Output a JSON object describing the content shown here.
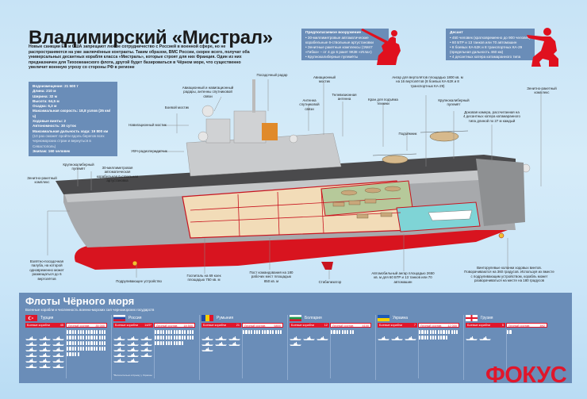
{
  "header": {
    "title": "Владимирский «Мистрал»",
    "lead": "Новые санкции ЕС и США запрещают любое сотрудничество с Россией в военной сфере, но не распространяются на уже заключённые контракты. Таким образом, ВМС России, скорее всего, получат оба универсальных десантных корабля класса «Мистраль», которые строят для них Франция. Один из них предназначен для Тихоокеанского флота, другой будет базироваться в Чёрном море, что существенно увеличит военную угрозу со стороны РФ в регионе"
  },
  "specs": [
    "Водоизмещение: 21 500 т",
    "Длина: 210 м",
    "Ширина: 32 м",
    "Высота: 64,5 м",
    "Осадка: 6,3 м",
    "Максимальная скорость: 18,8 узлов (35 км/ч)",
    "Ходовые винты: 2",
    "Автономность: 30 суток",
    "Максимальная дальность хода: 19 800 км",
    "(10 раз сможет пройти вдоль берегов всех черноморских стран и вернуться в Севастополь)",
    "Экипаж: 160 человек"
  ],
  "armament": {
    "title": "Предполагаемое вооружение",
    "items": [
      "• 30-миллиметровые автоматические корабельные 6-ствольные артустановки",
      "• Зенитные ракетные комплексы (ЭМ47 «Гибка» – от 4 до 6 ракет 9К38 «Игла»)",
      "• Крупнокалиберные пулемёты"
    ]
  },
  "troops": {
    "title": "Десант",
    "items": [
      "• 450 человек (кратковременно до 900 человек)",
      "• 60 БТР и 13 танков или 70 автомашин",
      "• 8 боевых КА-52К и 8 транспортных КА-29 (предельная дальность 460 км)",
      "• 4 десантных катера катамаранного типа"
    ]
  },
  "labels": {
    "landing_radar": "Посадочный радар",
    "radars": "Авиационный и навигационный радары, антенны спутниковой связи",
    "combat_bridge": "Боевой мостик",
    "nav_bridge": "Навигационный мостик",
    "uhf": "УВЧ-радиопередатчик",
    "aviation_bridge": "Авиационный мостик",
    "sat_antenna": "Антенна спутниковой связи",
    "tv_antenna": "Телевизионная антенна",
    "crane": "Кран для подъёма техники",
    "lift": "Подъёмник",
    "hangar": "Ангар для вертолётов площадью 1800 кв. м на 16 вертолётов (8 боевых КА-52К и 8 транспортных КА-29)",
    "mg_aft": "Крупнокалиберный пулемёт",
    "dock": "Доковая камера, рассчитанная на 4 десантных катера катамаранного типа длиной по 27 м каждый",
    "sam_aft": "Зенитно-ракетный комплекс",
    "mg_bow": "Крупнокалиберный пулемёт",
    "gun30": "30-миллиметровая автоматическая корабельная 6-ствольная артустановка",
    "sam_bow": "Зенитно-ракетный комплекс",
    "flight_deck": "Взлётно-посадочная палуба, на которой одновременно может размещаться до 6 вертолётов",
    "thruster": "Подруливающее устройство",
    "hospital": "Госпиталь на 69 коек площадью 750 кв. м",
    "command": "Пост командования на 180 рабочих мест площадью 850 кв. м",
    "stabilizer": "Стабилизатор",
    "vehicle_hangar": "Автомобильный ангар площадью 2650 кв. м для 60 БТР и 13 танков или 70 автомашин",
    "propulsion": "Винторулевые колонки ходовых винтов. Поворачиваются на 360 градусов. Используя их вместе с подруливающим устройством, корабль может разворачиваться на месте на 180 градусов"
  },
  "fleets": {
    "title": "Флоты Чёрного моря",
    "subtitle": "Военные корабли и численность военно-морских сил черноморских государств",
    "ships_label": "Боевые корабли",
    "personnel_label": "Личный состав",
    "footnote": "*Включительно в Крыму у Украины",
    "countries": [
      {
        "name": "Турция",
        "ships": "45",
        "personnel": "35 000",
        "ship_icons": 18,
        "men_icons": 65,
        "flag": "turkey"
      },
      {
        "name": "Россия",
        "ships": "14/5*",
        "personnel": "18 500",
        "ship_icons": 14,
        "men_icons": 41,
        "flag": "russia"
      },
      {
        "name": "Румыния",
        "ships": "21",
        "personnel": "6800",
        "ship_icons": 7,
        "men_icons": 15,
        "flag": "romania"
      },
      {
        "name": "Болгария",
        "ships": "12",
        "personnel": "4100",
        "ship_icons": 4,
        "men_icons": 9,
        "flag": "bulgaria"
      },
      {
        "name": "Украина",
        "ships": "7",
        "personnel": "12 000",
        "ship_icons": 3,
        "men_icons": 26,
        "flag": "ukraine"
      },
      {
        "name": "Грузия",
        "ships": "5",
        "personnel": "892",
        "ship_icons": 2,
        "men_icons": 2,
        "flag": "georgia"
      }
    ]
  },
  "logo": "ФОКУС",
  "colors": {
    "accent_red": "#e0162b",
    "panel_blue": "#6a8db8",
    "hull_red": "#d8141f"
  }
}
